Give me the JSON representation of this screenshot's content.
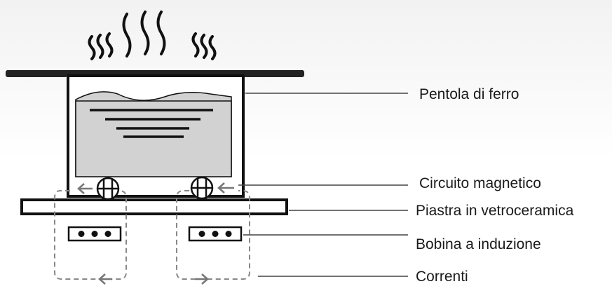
{
  "labels": {
    "pot": "Pentola di ferro",
    "magnetic_circuit": "Circuito magnetico",
    "ceramic_plate": "Piastra in vetroceramica",
    "induction_coil": "Bobina a induzione",
    "currents": "Correnti"
  },
  "colors": {
    "outline": "#111111",
    "water": "#d2d2d2",
    "leader_line": "#444444",
    "dashed_path": "#777777"
  }
}
